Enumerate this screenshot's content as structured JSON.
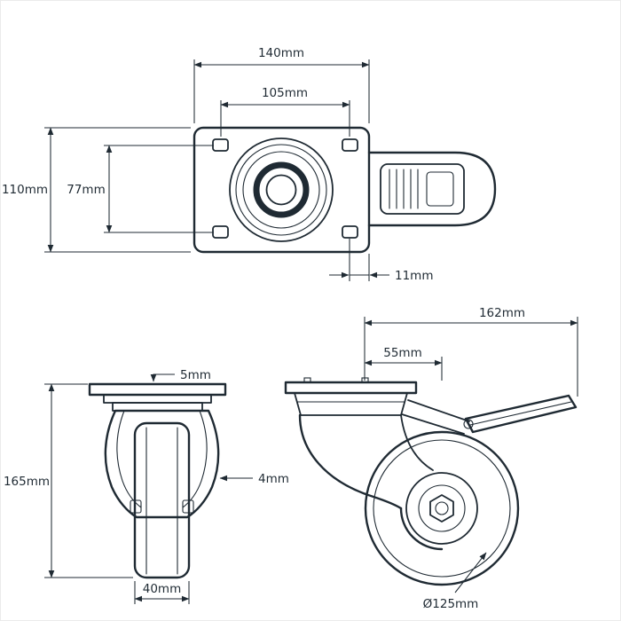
{
  "drawing": {
    "kind": "caster-wheel-technical-drawing",
    "colors": {
      "line": "#1f2a33",
      "background": "#ffffff",
      "frame_border": "#ebebeb"
    }
  },
  "views": {
    "top": {
      "dim_overall_width": "140mm",
      "dim_hole_spacing_h": "105mm",
      "dim_overall_depth": "110mm",
      "dim_hole_spacing_v": "77mm",
      "dim_hole_edge_offset": "11mm"
    },
    "front": {
      "dim_plate_thickness": "5mm",
      "dim_overall_height": "165mm",
      "dim_clearance": "4mm",
      "dim_wheel_width": "40mm"
    },
    "side": {
      "dim_overall_length": "162mm",
      "dim_swivel_offset": "55mm",
      "dim_wheel_diameter": "Ø125mm"
    }
  }
}
